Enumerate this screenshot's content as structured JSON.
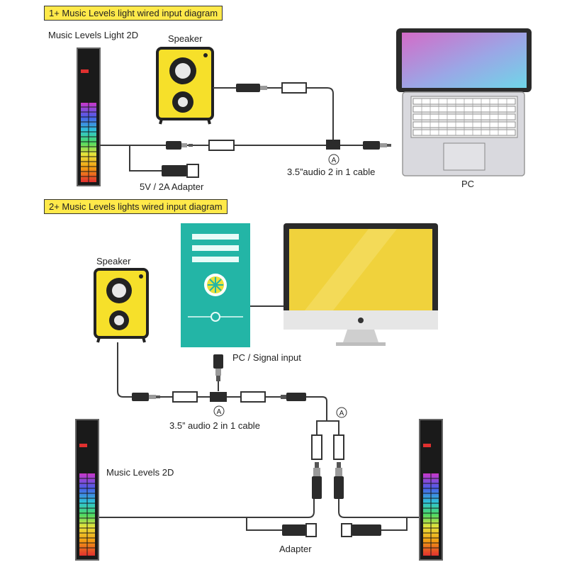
{
  "section1": {
    "banner": "1+ Music Levels light wired input diagram",
    "light_label": "Music Levels Light 2D",
    "speaker_label": "Speaker",
    "cable_label": "3.5”audio 2 in 1 cable",
    "cable_marker": "A",
    "adapter_label": "5V / 2A Adapter",
    "pc_label": "PC"
  },
  "section2": {
    "banner": "2+ Music Levels lights wired input diagram",
    "speaker_label": "Speaker",
    "signal_label": "PC / Signal input",
    "cable_label": "3.5” audio 2 in 1 cable",
    "cable_marker_left": "A",
    "cable_marker_right": "A",
    "light_label": "Music Levels 2D",
    "adapter_label": "Adapter"
  },
  "colors": {
    "speaker_yellow": "#f6e02a",
    "tower_teal": "#23b5a6",
    "monitor_screen": "#f0d23c",
    "banner_yellow": "#ffe94a"
  }
}
